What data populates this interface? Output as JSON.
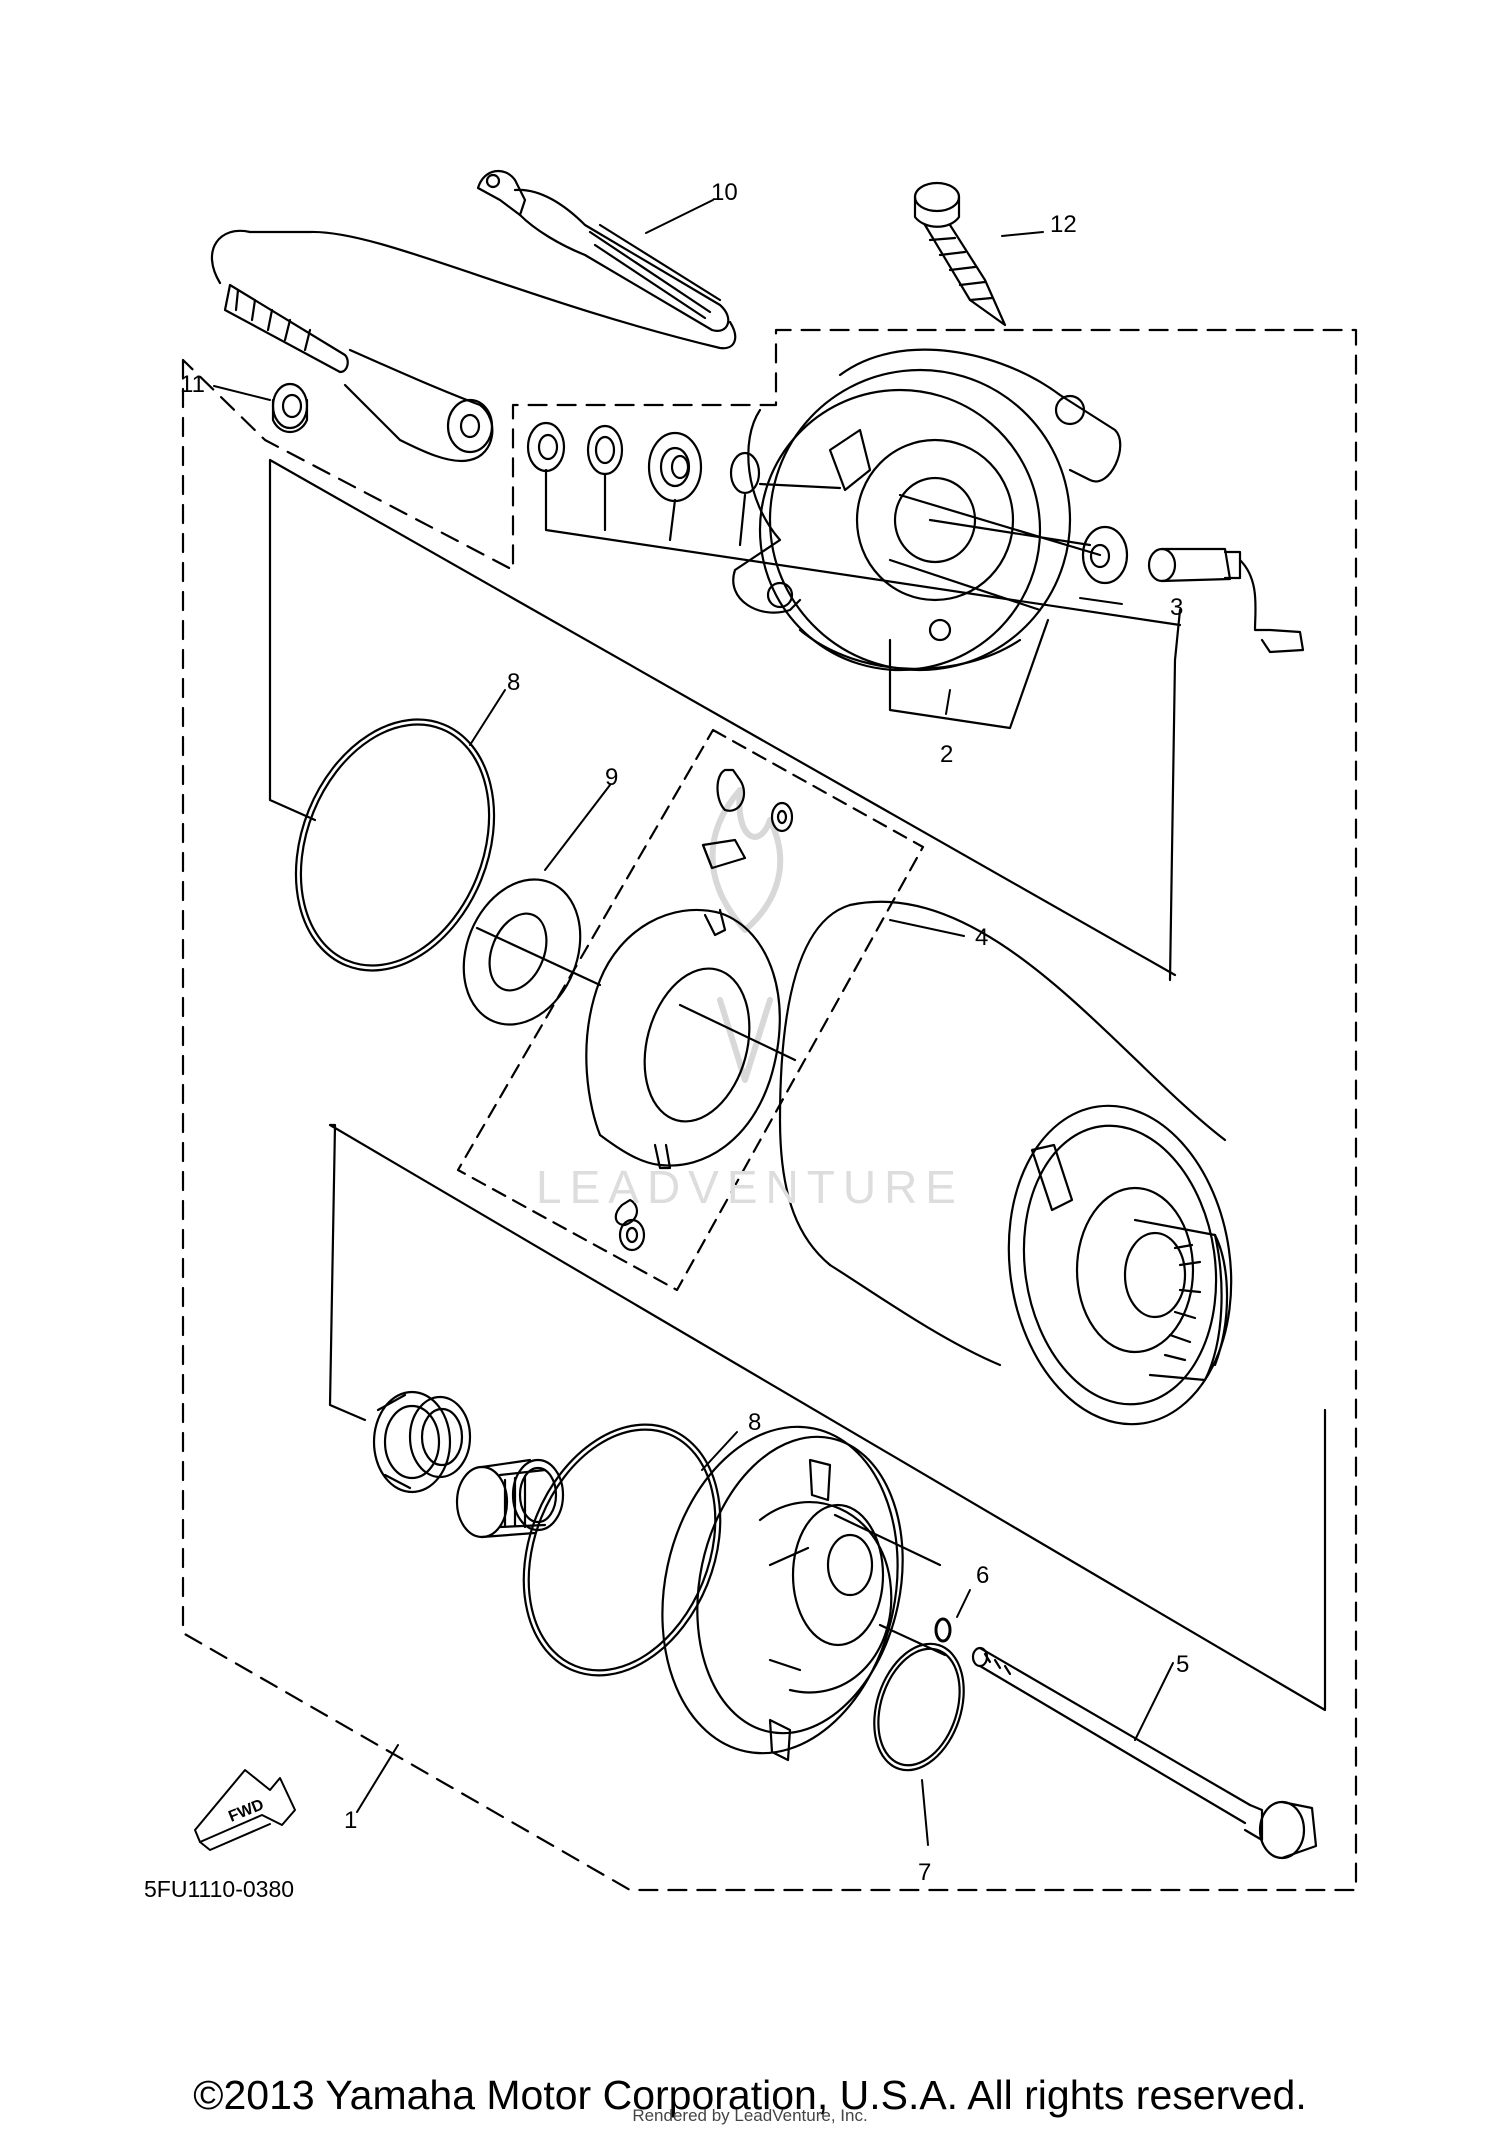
{
  "callouts": {
    "c1": "1",
    "c2": "2",
    "c3": "3",
    "c4": "4",
    "c5": "5",
    "c6": "6",
    "c7": "7",
    "c8a": "8",
    "c8b": "8",
    "c9": "9",
    "c10": "10",
    "c11": "11",
    "c12": "12"
  },
  "diagram_code": "5FU1110-0380",
  "fwd_label": "FWD",
  "watermark": "LEADVENTURE",
  "copyright": "©2013 Yamaha Motor Corporation, U.S.A. All rights reserved.",
  "rendered_by": "Rendered by LeadVenture, Inc.",
  "colors": {
    "ink": "#000000",
    "watermark": "#d0d0d0",
    "background": "#ffffff"
  }
}
